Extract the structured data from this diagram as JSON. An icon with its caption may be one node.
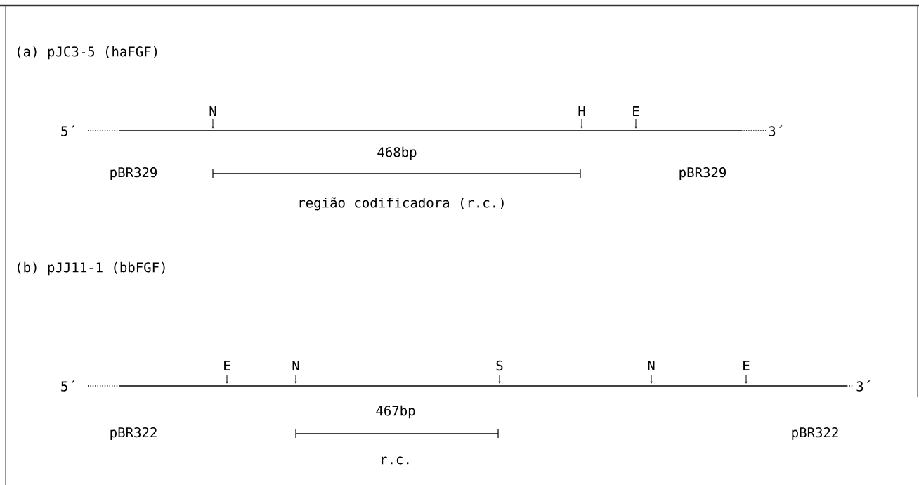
{
  "diagram": {
    "labels": [
      "(a) pJC3-5 (haFGF)",
      "N",
      "H",
      "E",
      "5´",
      "3´",
      "468bp",
      "pBR329",
      "pBR329",
      "região codificadora (r.c.)",
      "(b) pJJ11-1 (bbFGF)",
      "E",
      "N",
      "S",
      "N",
      "E",
      "5´",
      "3´",
      "467bp",
      "pBR322",
      "pBR322",
      "r.c."
    ]
  }
}
